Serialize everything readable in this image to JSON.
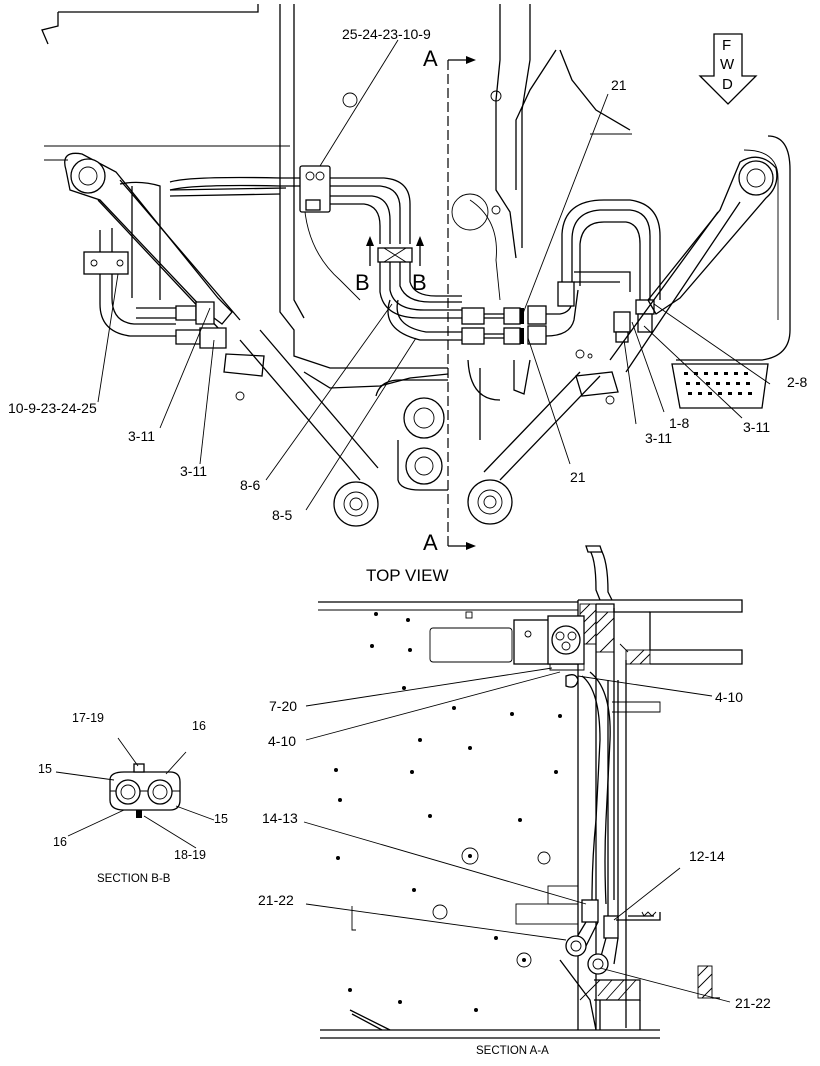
{
  "views": {
    "top_view": "TOP VIEW",
    "section_bb": "SECTION B-B",
    "section_aa": "SECTION A-A"
  },
  "direction": {
    "f": "F",
    "w": "W",
    "d": "D"
  },
  "section_markers": {
    "a_top": "A",
    "a_bottom": "A",
    "b_left": "B",
    "b_right": "B"
  },
  "callouts": {
    "top": {
      "c1": "25-24-23-10-9",
      "c2": "21",
      "c3": "10-9-23-24-25",
      "c4": "3-11",
      "c5": "3-11",
      "c6": "8-6",
      "c7": "8-5",
      "c8": "21",
      "c9": "2-8",
      "c10": "1-8",
      "c11": "3-11",
      "c12": "3-11"
    },
    "section_bb": {
      "c1": "17-19",
      "c2": "16",
      "c3": "15",
      "c4": "15",
      "c5": "16",
      "c6": "18-19"
    },
    "section_aa": {
      "c1": "7-20",
      "c2": "4-10",
      "c3": "4-10",
      "c4": "14-13",
      "c5": "12-14",
      "c6": "21-22",
      "c7": "21-22"
    }
  }
}
